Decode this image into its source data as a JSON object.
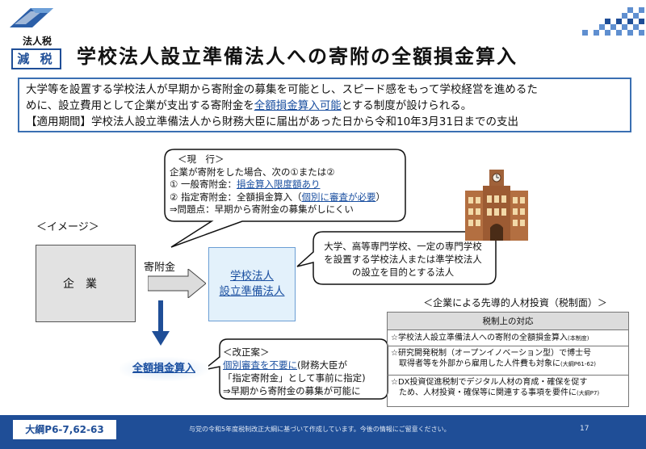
{
  "header": {
    "tax_category": "法人税",
    "tax_type": "減 税",
    "title": "学校法人設立準備法人への寄附の全額損金算入"
  },
  "summary": {
    "line1": "大学等を設置する学校法人が早期から寄附金の募集を可能とし、スピード感をもって学校経営を進めるた",
    "line2_pre": "めに、設立費用として企業が支出する寄附金を",
    "line2_link": "全額損金算入可能",
    "line2_post": "とする制度が設けられる。",
    "line3": "【適用期間】学校法人設立準備法人から財務大臣に届出があった日から令和10年3月31日までの支出"
  },
  "diagram": {
    "image_label": "＜イメージ＞",
    "company": "企業",
    "donation_label": "寄附金",
    "school_line1": "学校法人",
    "school_line2": "設立準備法人",
    "full_deduction": "全額損金算入"
  },
  "current_bubble": {
    "head": "＜現　行＞",
    "line1": "企業が寄附をした場合、次の①または②",
    "line2_pre": "① 一般寄附金：",
    "line2_link": "損金算入限度額あり",
    "line3_pre": "② 指定寄附金：全額損金算入（",
    "line3_link": "個別に審査が必要",
    "line3_post": "）",
    "line4": "⇒問題点：早期から寄附金の募集がしにくい"
  },
  "explain_bubble": {
    "line1": "大学、高等専門学校、一定の専門学校",
    "line2": "を設置する学校法人または準学校法人",
    "line3": "の設立を目的とする法人"
  },
  "reform_bubble": {
    "head": "＜改正案＞",
    "line1_link": "個別審査を不要に",
    "line1_post": "(財務大臣が",
    "line2": "「指定寄附金」として事前に指定)",
    "line3": "⇒早期から寄附金の募集が可能に"
  },
  "investment": {
    "heading": "＜企業による先導的人材投資（税制面）＞",
    "table_head": "税制上の対応",
    "row1_main": "☆学校法人設立準備法人への寄附の全額損金算入",
    "row1_note": "(本制度)",
    "row2_line1": "☆研究開発税制（オープンイノベーション型）で博士号",
    "row2_line2": "　取得者等を外部から雇用した人件費も対象に",
    "row2_note": "(大綱P61-62)",
    "row3_line1": "☆DX投資促進税制でデジタル人材の育成・確保を促す",
    "row3_line2": "　ため、人材投資・確保等に関連する事項を要件に",
    "row3_note": "(大綱P7)"
  },
  "footer": {
    "reference": "大綱P6-7,62-63",
    "note": "与党の令和5年度税制改正大綱に基づいて作成しています。今後の情報にご留意ください。",
    "page": "17"
  },
  "colors": {
    "brand_blue": "#1f4e97",
    "link_blue": "#1a4fa0",
    "school_fill": "#e3f1fb",
    "company_fill": "#e2e2e2"
  }
}
